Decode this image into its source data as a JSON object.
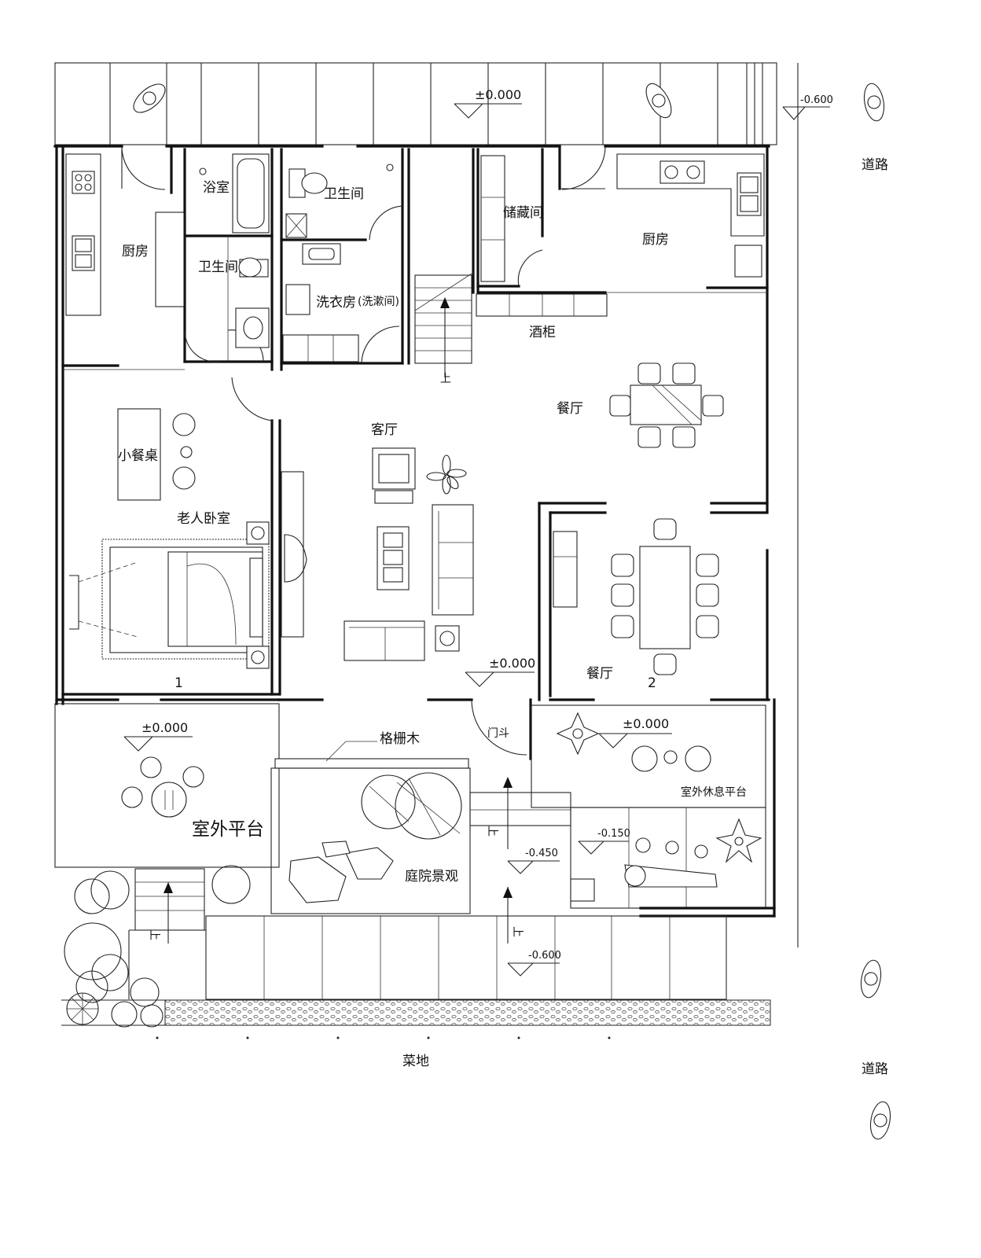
{
  "rooms": {
    "bath_shower": "浴室",
    "wc_upper": "卫生间",
    "wc_lower": "卫生间",
    "storage": "储藏间",
    "kitchen_left": "厨房",
    "kitchen_right": "厨房",
    "laundry": "洗衣房",
    "laundry_note": "(洗漱间)",
    "wine_cabinet": "酒柜",
    "dining_upper": "餐厅",
    "living": "客厅",
    "small_table": "小餐桌",
    "elder_bedroom": "老人卧室",
    "dining_lower": "餐厅",
    "foyer": "门斗",
    "trellis": "格栅木",
    "outdoor_terrace": "室外平台",
    "courtyard": "庭院景观",
    "outdoor_rest": "室外休息平台",
    "vegetable_plot": "菜地",
    "road_top": "道路",
    "road_bottom": "道路"
  },
  "markers": {
    "stair_up": "上",
    "axis_1": "1",
    "axis_2": "2",
    "step_mark_1": "上",
    "step_mark_2": "上",
    "step_mark_3": "上"
  },
  "elevations": {
    "top_street": "±0.000",
    "road": "-0.600",
    "living": "±0.000",
    "terrace_left": "±0.000",
    "terrace_right": "±0.000",
    "rest_platform": "-0.150",
    "path_mid": "-0.450",
    "path_low": "-0.600"
  }
}
